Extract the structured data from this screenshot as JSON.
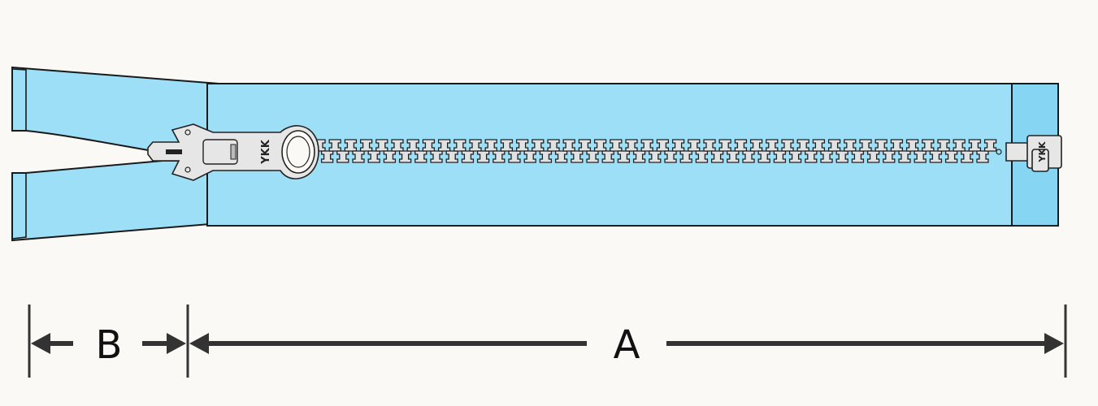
{
  "zipper": {
    "brand": "YKK",
    "tape_color": "#9ddff7",
    "tape_end_color": "#86d5f3",
    "teeth_color": "#e2e2e2",
    "type": "separating zipper"
  },
  "dimensions": {
    "b_label": "B",
    "a_label": "A"
  }
}
